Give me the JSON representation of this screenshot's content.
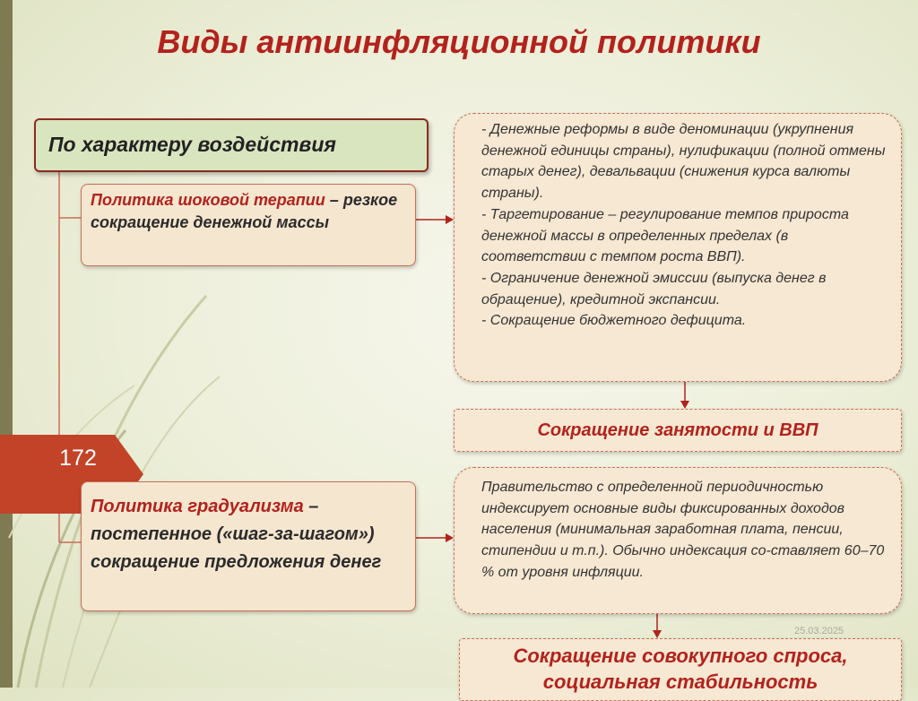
{
  "title": "Виды антиинфляционной политики",
  "category_label": "По характеру воздействия",
  "shock_policy": {
    "name": "Политика шоковой терапии",
    "dash": " –",
    "description": "резкое сокращение денежной массы"
  },
  "gradual_policy": {
    "name": "Политика градуализма",
    "dash": " –",
    "description": "постепенное («шаг-за-шагом») сокращение предложения денег"
  },
  "shock_measures": [
    "- Денежные реформы в виде деноминации (укрупнения денежной единицы страны), нулификации (полной отмены старых денег), девальвации (снижения курса валюты страны).",
    "- Таргетирование – регулирование темпов прироста денежной массы в определенных пределах (в соответствии с темпом роста ВВП).",
    "- Ограничение денежной эмиссии (выпуска денег в обращение), кредитной экспансии.",
    "- Сокращение бюджетного дефицита."
  ],
  "shock_result": "Сокращение занятости и ВВП",
  "gradual_measures": "Правительство с определенной периодичностью индексирует основные виды фиксированных доходов населения (минимальная заработная плата, пенсии, стипендии и т.п.). Обычно индексация со-ставляет 60–70 % от уровня инфляции.",
  "gradual_result": "Сокращение совокупного спроса, социальная стабильность",
  "slide_number": "172",
  "date": "25.03.2025",
  "colors": {
    "accent_red": "#b3221d",
    "badge": "#c24328",
    "box_fill": "#f6e8d2",
    "header_fill": "#d9e5bf"
  }
}
